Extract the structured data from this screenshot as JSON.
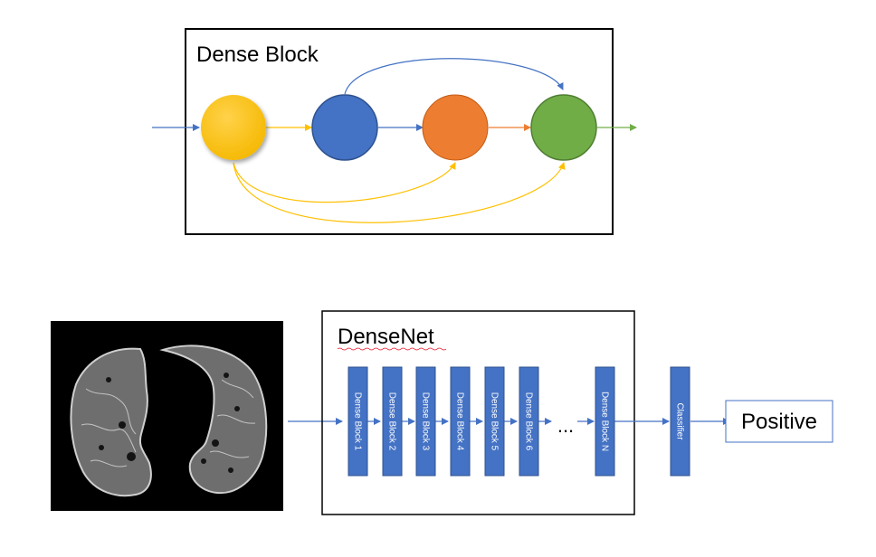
{
  "dense_block_panel": {
    "title": "Dense Block",
    "nodes": [
      {
        "name": "yellow-node",
        "color": "#ffc000"
      },
      {
        "name": "blue-node",
        "color": "#4472c4"
      },
      {
        "name": "orange-node",
        "color": "#ed7d31"
      },
      {
        "name": "green-node",
        "color": "#70ad47"
      }
    ],
    "edge_colors": {
      "blue": "#4472c4",
      "yellow": "#ffc000",
      "orange": "#ed7d31",
      "green": "#70ad47"
    }
  },
  "densenet_panel": {
    "title": "DenseNet",
    "blocks": [
      "Dense Block 1",
      "Dense Block 2",
      "Dense Block 3",
      "Dense Block 4",
      "Dense Block 5",
      "Dense Block 6"
    ],
    "ellipsis": "...",
    "last_block": "Dense Block N",
    "classifier": "Classifier",
    "output": "Positive",
    "block_color": "#4472c4"
  },
  "input_image": {
    "description_icon": "lung-ct-scan-image"
  }
}
